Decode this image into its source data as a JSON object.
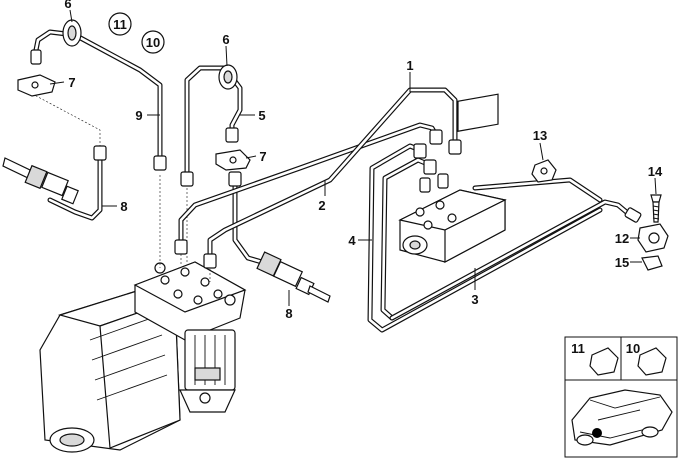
{
  "labels": {
    "p1": "1",
    "p2": "2",
    "p3": "3",
    "p4": "4",
    "p5": "5",
    "p6a": "6",
    "p6b": "6",
    "p7a": "7",
    "p7b": "7",
    "p8a": "8",
    "p8b": "8",
    "p9": "9",
    "p10": "10",
    "p11": "11",
    "p12": "12",
    "p13": "13",
    "p14": "14",
    "p15": "15",
    "circ11": "11",
    "circ10": "10",
    "inset11": "11",
    "inset10": "10"
  }
}
